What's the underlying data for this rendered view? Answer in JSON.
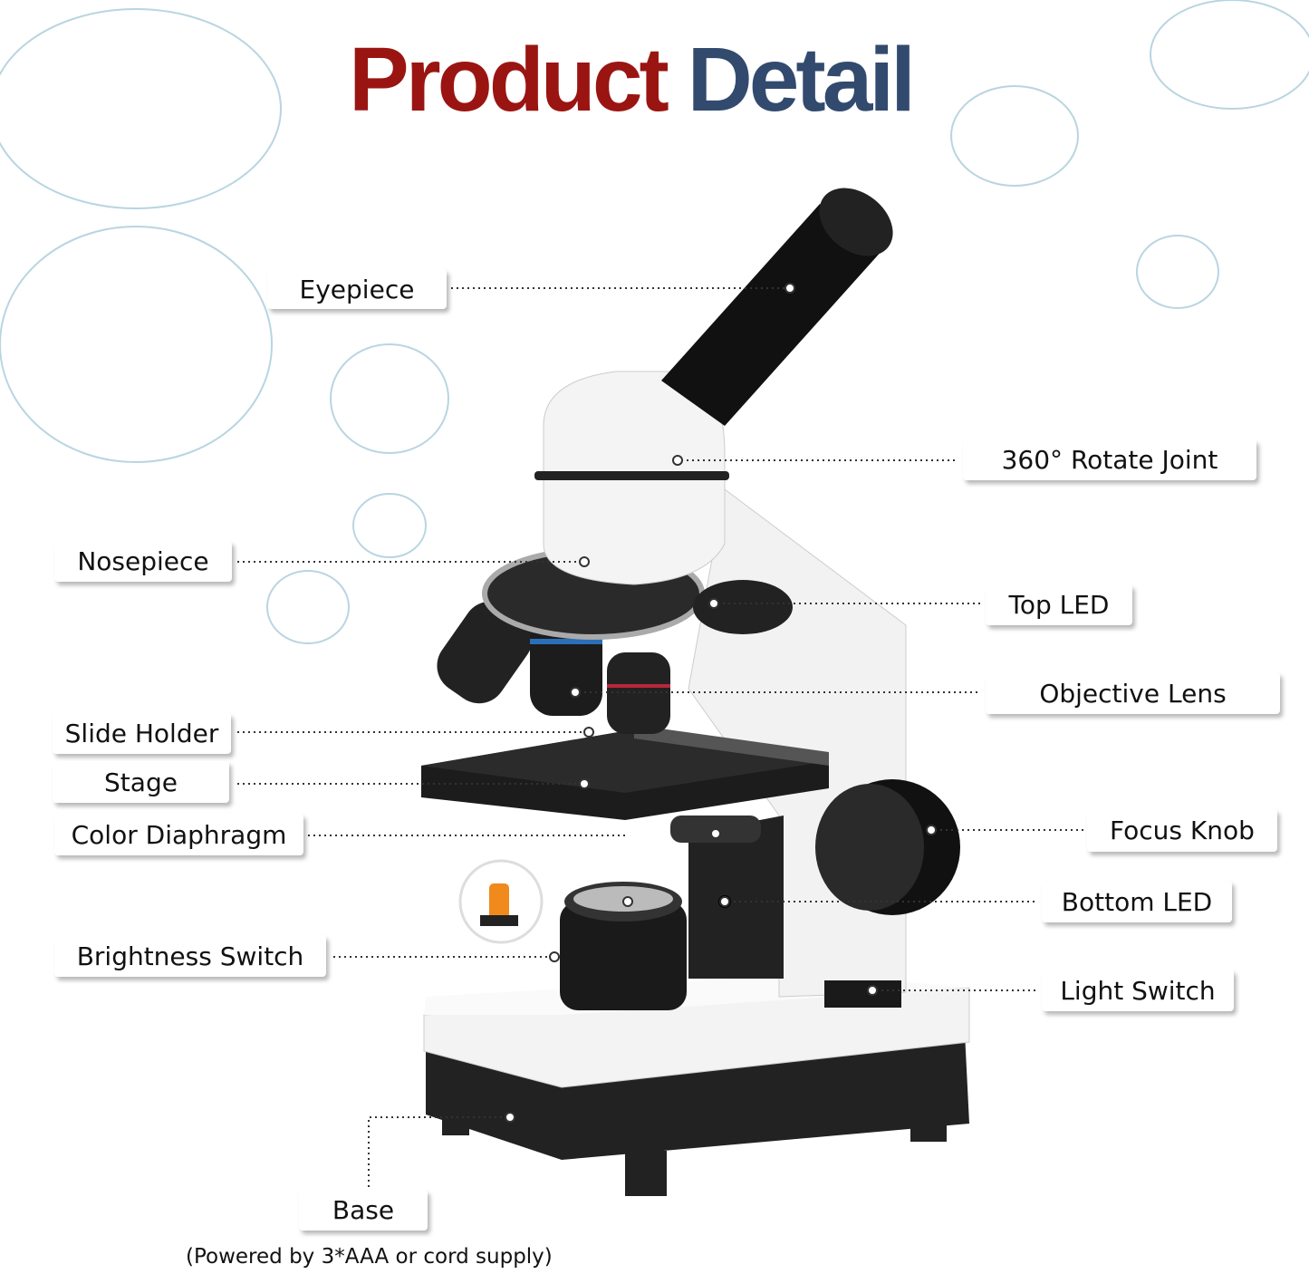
{
  "title": {
    "word1": "Product",
    "word2": "Detail",
    "color1": "#9a1512",
    "color2": "#324a6e"
  },
  "labels": {
    "eyepiece": "Eyepiece",
    "rotate_joint": "360° Rotate Joint",
    "nosepiece": "Nosepiece",
    "top_led": "Top LED",
    "objective_lens": "Objective Lens",
    "slide_holder": "Slide Holder",
    "stage": "Stage",
    "color_diaphragm": "Color Diaphragm",
    "focus_knob": "Focus Knob",
    "bottom_led": "Bottom LED",
    "brightness_switch": "Brightness Switch",
    "light_switch": "Light Switch",
    "base": "Base"
  },
  "footnote": "(Powered by 3*AAA or cord supply)"
}
